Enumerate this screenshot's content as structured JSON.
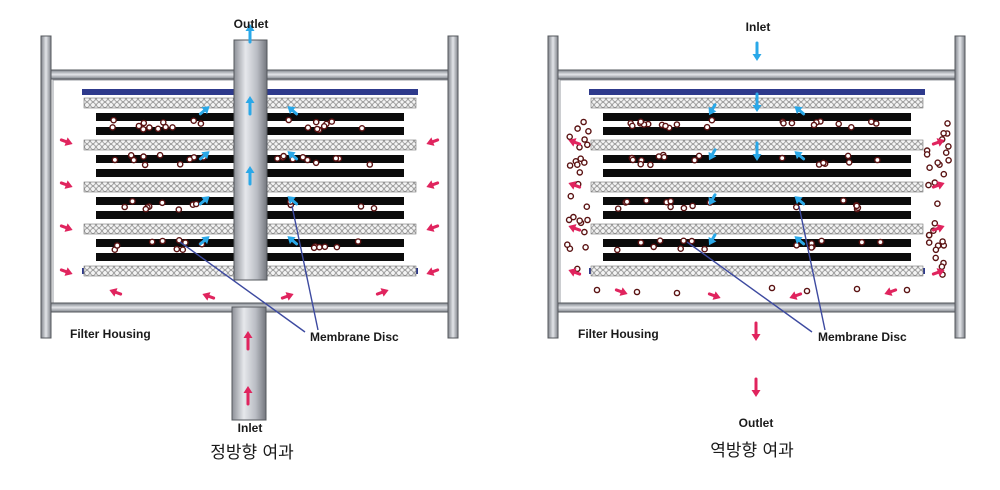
{
  "colors": {
    "flow_arrow": "#2aa8e8",
    "inlet_arrow": "#e0245e",
    "end_plate": "#2e3a8c",
    "particle": "#5a1212"
  },
  "diagrams": [
    {
      "id": "forward",
      "top_port_label": "Outlet",
      "bottom_port_label": "Inlet",
      "housing_label": "Filter Housing",
      "membrane_label": "Membrane Disc",
      "caption": "정방향 여과"
    },
    {
      "id": "reverse",
      "top_port_label": "Inlet",
      "bottom_port_label": "Outlet",
      "housing_label": "Filter Housing",
      "membrane_label": "Membrane Disc",
      "caption": "역방향 여과"
    }
  ]
}
